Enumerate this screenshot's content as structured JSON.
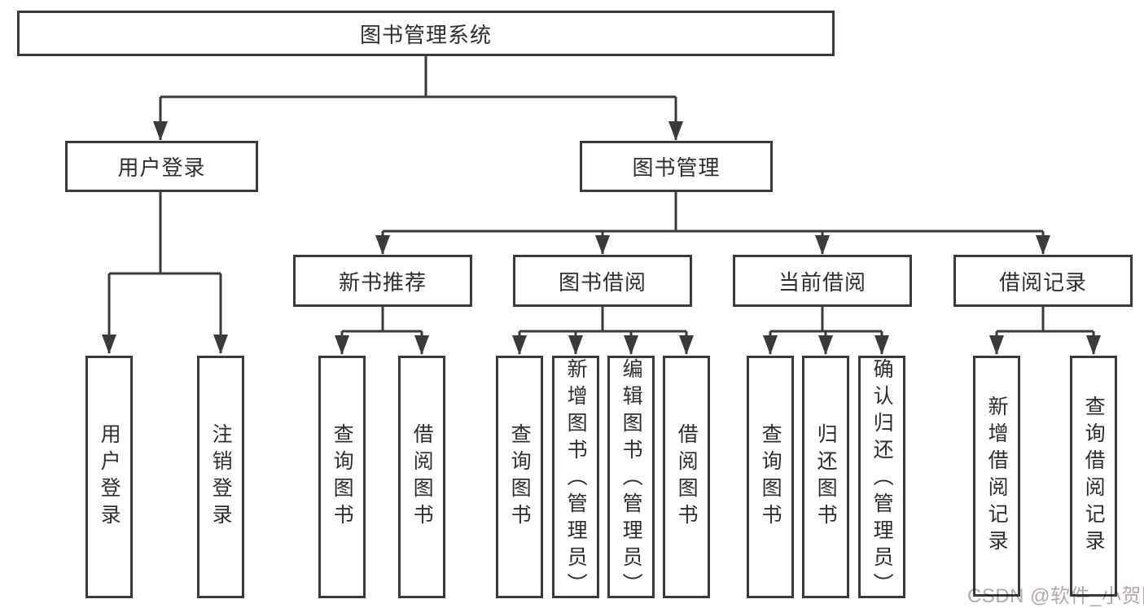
{
  "diagram": {
    "title": "图书管理系统",
    "root": {
      "label": "图书管理系统"
    },
    "level2": [
      {
        "label": "用户登录"
      },
      {
        "label": "图书管理"
      }
    ],
    "level3": [
      {
        "label": "新书推荐"
      },
      {
        "label": "图书借阅"
      },
      {
        "label": "当前借阅"
      },
      {
        "label": "借阅记录"
      }
    ],
    "leaves": [
      {
        "label": "用户登录",
        "parent": "用户登录"
      },
      {
        "label": "注销登录",
        "parent": "用户登录"
      },
      {
        "label": "查询图书",
        "parent": "新书推荐"
      },
      {
        "label": "借阅图书",
        "parent": "新书推荐"
      },
      {
        "label": "查询图书",
        "parent": "图书借阅"
      },
      {
        "label": "新增图书（管理员）",
        "parent": "图书借阅"
      },
      {
        "label": "编辑图书（管理员）",
        "parent": "图书借阅"
      },
      {
        "label": "借阅图书",
        "parent": "图书借阅"
      },
      {
        "label": "查询图书",
        "parent": "当前借阅"
      },
      {
        "label": "归还图书",
        "parent": "当前借阅"
      },
      {
        "label": "确认归还（管理员）",
        "parent": "当前借阅"
      },
      {
        "label": "新增借阅记录",
        "parent": "借阅记录"
      },
      {
        "label": "查询借阅记录",
        "parent": "借阅记录"
      }
    ],
    "watermark": "CSDN @软件_小贺同学",
    "colors": {
      "line": "#3a3a3a",
      "text": "#2e2e2e",
      "background": "#ffffff",
      "watermark": "#b3a7a7"
    }
  }
}
